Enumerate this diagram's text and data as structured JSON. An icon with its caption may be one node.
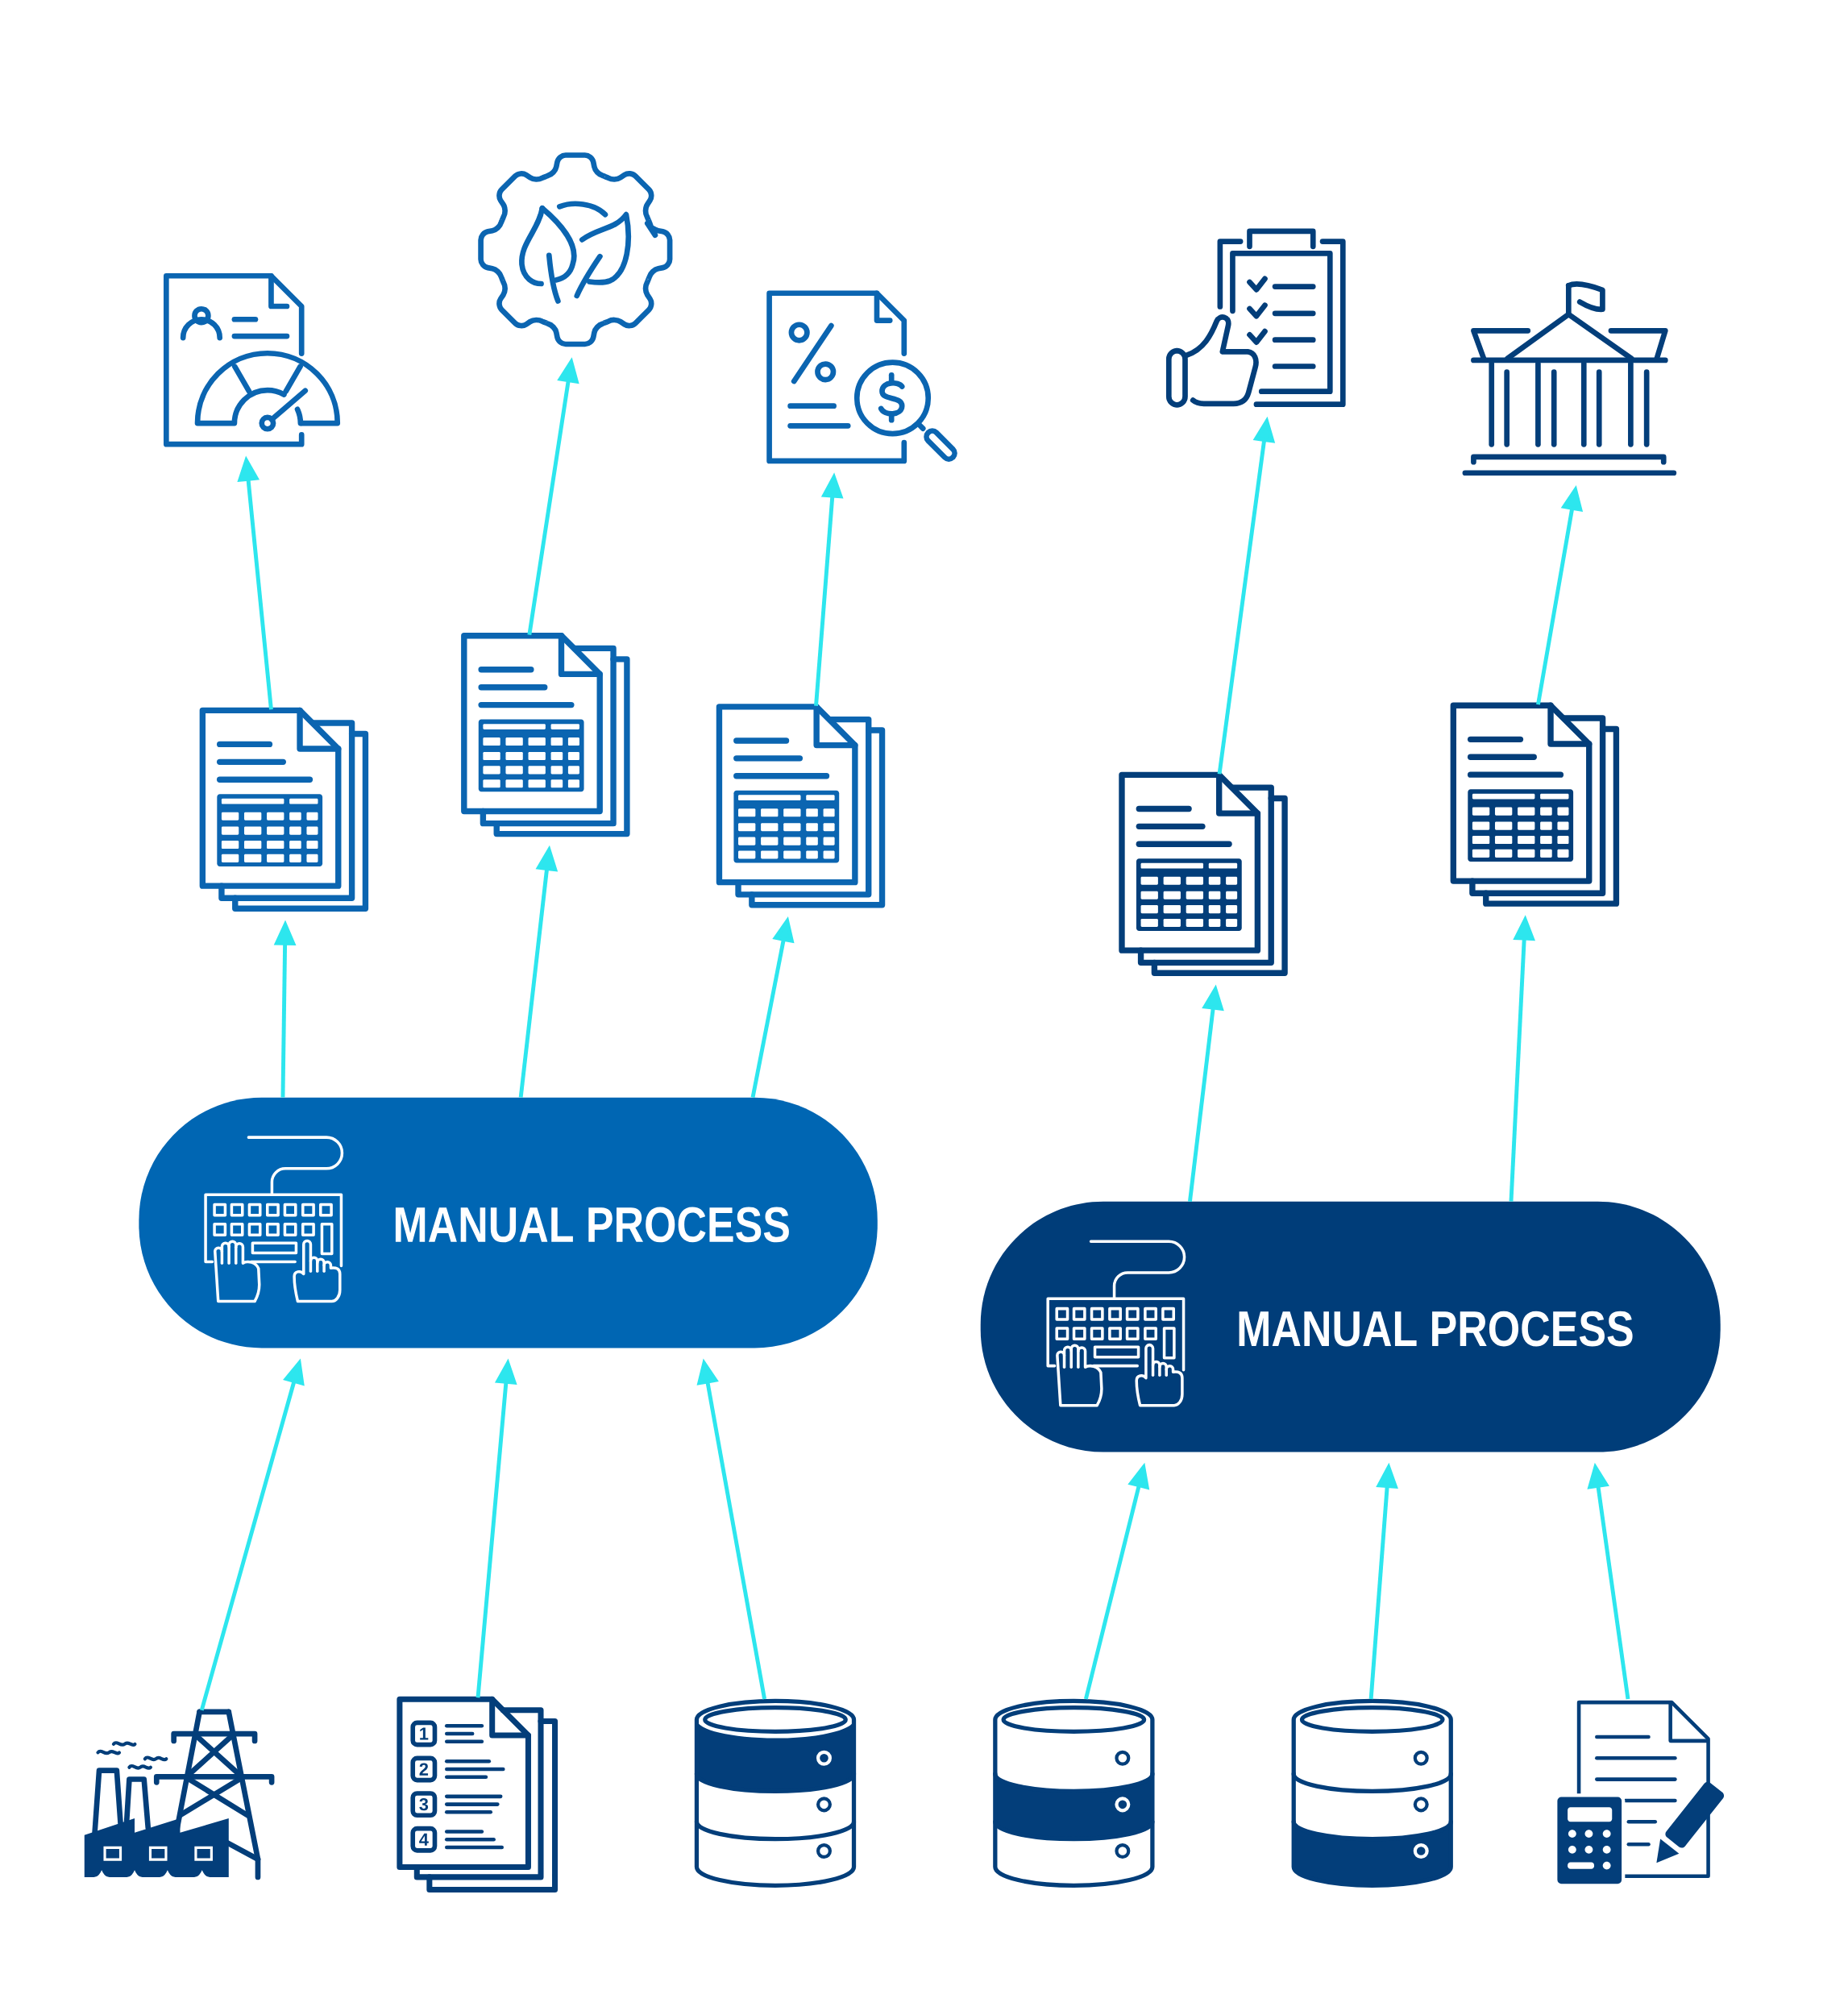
{
  "diagram": {
    "nodes": [
      {
        "text": [],
        "shape": "picture"
      },
      {
        "text": [],
        "shape": "picture"
      },
      {
        "text": [],
        "shape": "picture"
      },
      {
        "text": [],
        "shape": "picture"
      },
      {
        "text": [],
        "shape": "picture"
      },
      {
        "text": [],
        "shape": "picture"
      },
      {
        "text": [],
        "shape": "picture"
      },
      {
        "text": [],
        "shape": "picture"
      },
      {
        "text": [],
        "shape": "picture"
      },
      {
        "text": [],
        "shape": "picture"
      },
      {
        "text": [
          "MANUAL PROCESS"
        ]
      },
      {
        "text": [
          "MANUAL PROCESS"
        ]
      },
      {
        "text": [],
        "shape": "picture"
      },
      {
        "text": [],
        "shape": "picture"
      },
      {
        "text": [],
        "shape": "cylinder"
      },
      {
        "text": [],
        "shape": "cylinder"
      },
      {
        "text": [],
        "shape": "cylinder"
      },
      {
        "text": [],
        "shape": "picture"
      }
    ],
    "edges": [
      {
        "from": 12,
        "to": 10,
        "arrow": "to"
      },
      {
        "from": 13,
        "to": 10,
        "arrow": "to"
      },
      {
        "from": 14,
        "to": 10,
        "arrow": "to"
      },
      {
        "from": 15,
        "to": 11,
        "arrow": "to"
      },
      {
        "from": 16,
        "to": 11,
        "arrow": "to"
      },
      {
        "from": 17,
        "to": 11,
        "arrow": "to"
      },
      {
        "from": 10,
        "to": 5,
        "arrow": "to"
      },
      {
        "from": 10,
        "to": 6,
        "arrow": "to"
      },
      {
        "from": 10,
        "to": 7,
        "arrow": "to"
      },
      {
        "from": 11,
        "to": 8,
        "arrow": "to"
      },
      {
        "from": 11,
        "to": 9,
        "arrow": "to"
      },
      {
        "from": 5,
        "to": 0,
        "arrow": "to"
      },
      {
        "from": 6,
        "to": 1,
        "arrow": "to"
      },
      {
        "from": 7,
        "to": 2,
        "arrow": "to"
      },
      {
        "from": 8,
        "to": 3,
        "arrow": "to"
      },
      {
        "from": 9,
        "to": 4,
        "arrow": "to"
      }
    ],
    "labels": [
      "1",
      "2",
      "3",
      "4"
    ]
  }
}
